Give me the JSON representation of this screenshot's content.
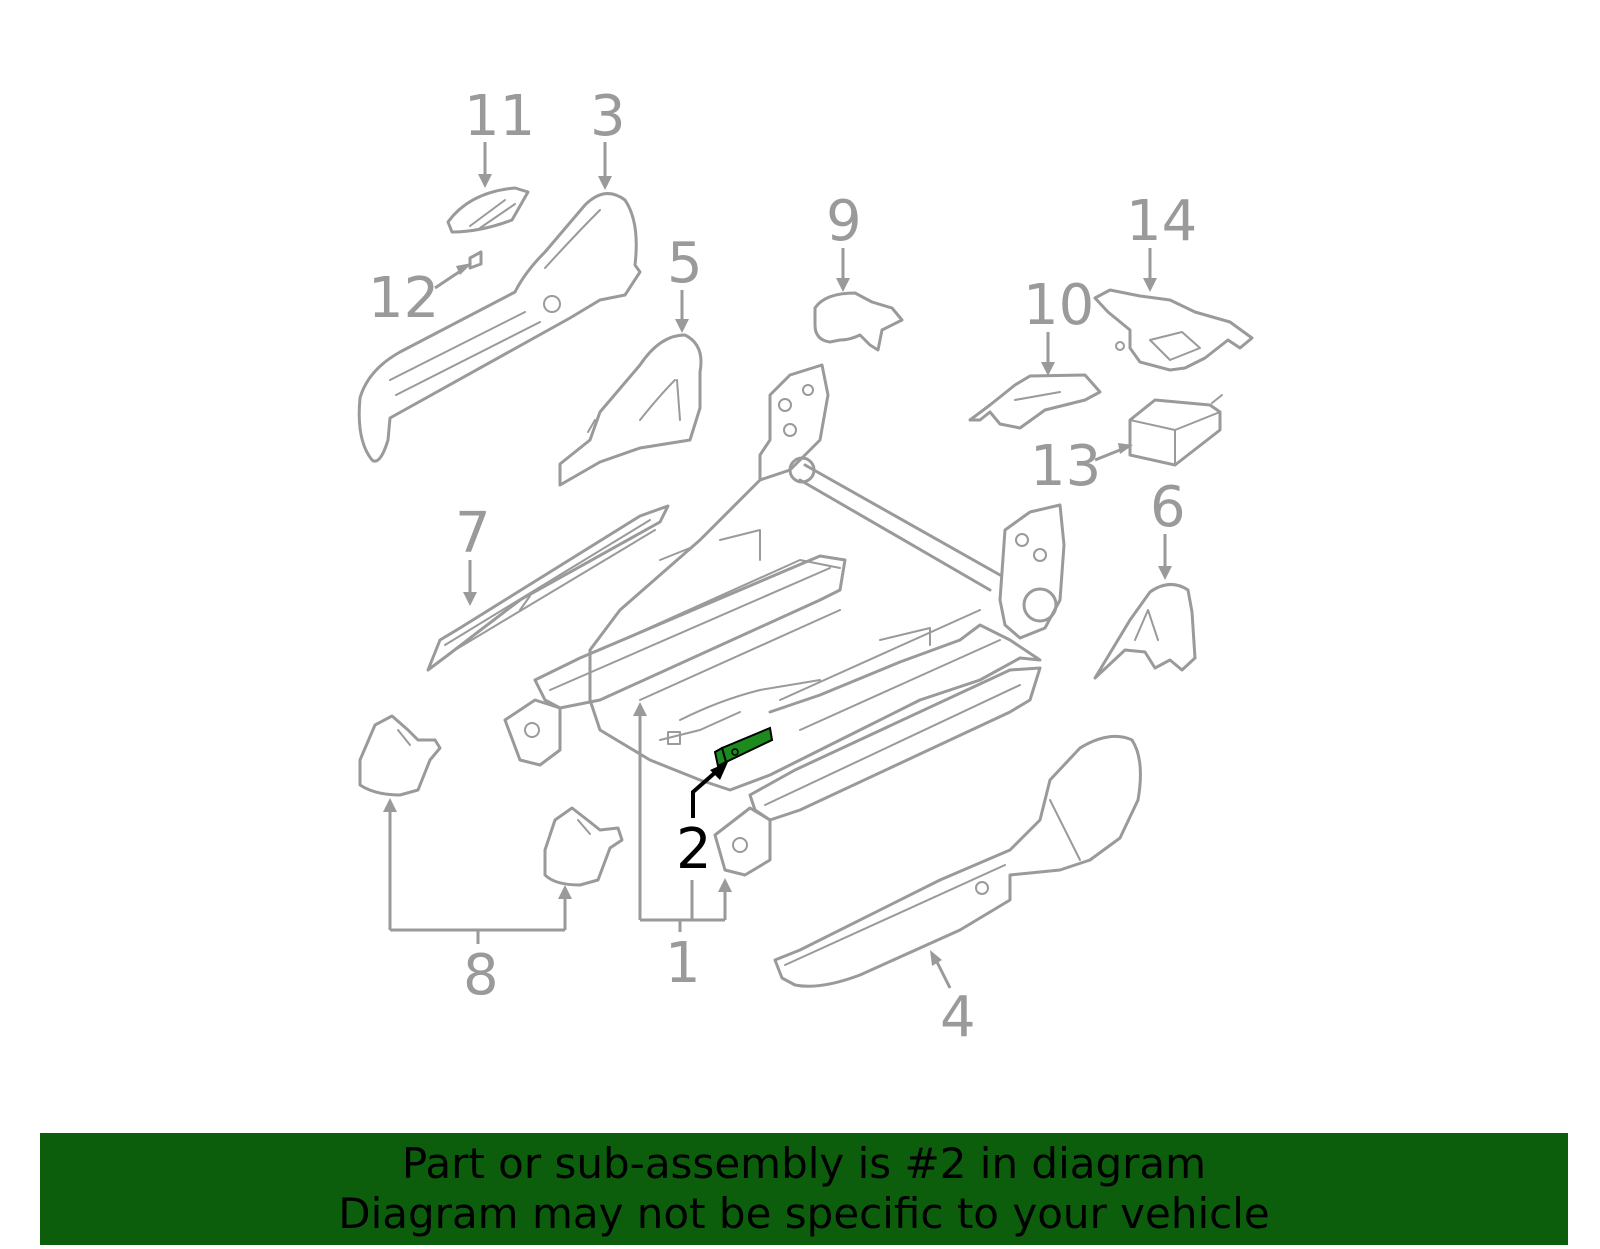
{
  "diagram": {
    "callouts": [
      {
        "id": "c11",
        "label": "11"
      },
      {
        "id": "c3",
        "label": "3"
      },
      {
        "id": "c12",
        "label": "12"
      },
      {
        "id": "c5",
        "label": "5"
      },
      {
        "id": "c9",
        "label": "9"
      },
      {
        "id": "c14",
        "label": "14"
      },
      {
        "id": "c10",
        "label": "10"
      },
      {
        "id": "c13",
        "label": "13"
      },
      {
        "id": "c6",
        "label": "6"
      },
      {
        "id": "c7",
        "label": "7"
      },
      {
        "id": "c2",
        "label": "2"
      },
      {
        "id": "c8",
        "label": "8"
      },
      {
        "id": "c1",
        "label": "1"
      },
      {
        "id": "c4",
        "label": "4"
      }
    ],
    "highlighted_part": "2",
    "colors": {
      "line": "#9a9a9a",
      "highlight_fill": "#1c8a1c",
      "highlight_text": "#000000",
      "banner_bg": "#0c5e0c"
    }
  },
  "banner": {
    "line1": "Part or sub-assembly is #2 in diagram",
    "line2": "Diagram may not be specific to your vehicle"
  }
}
